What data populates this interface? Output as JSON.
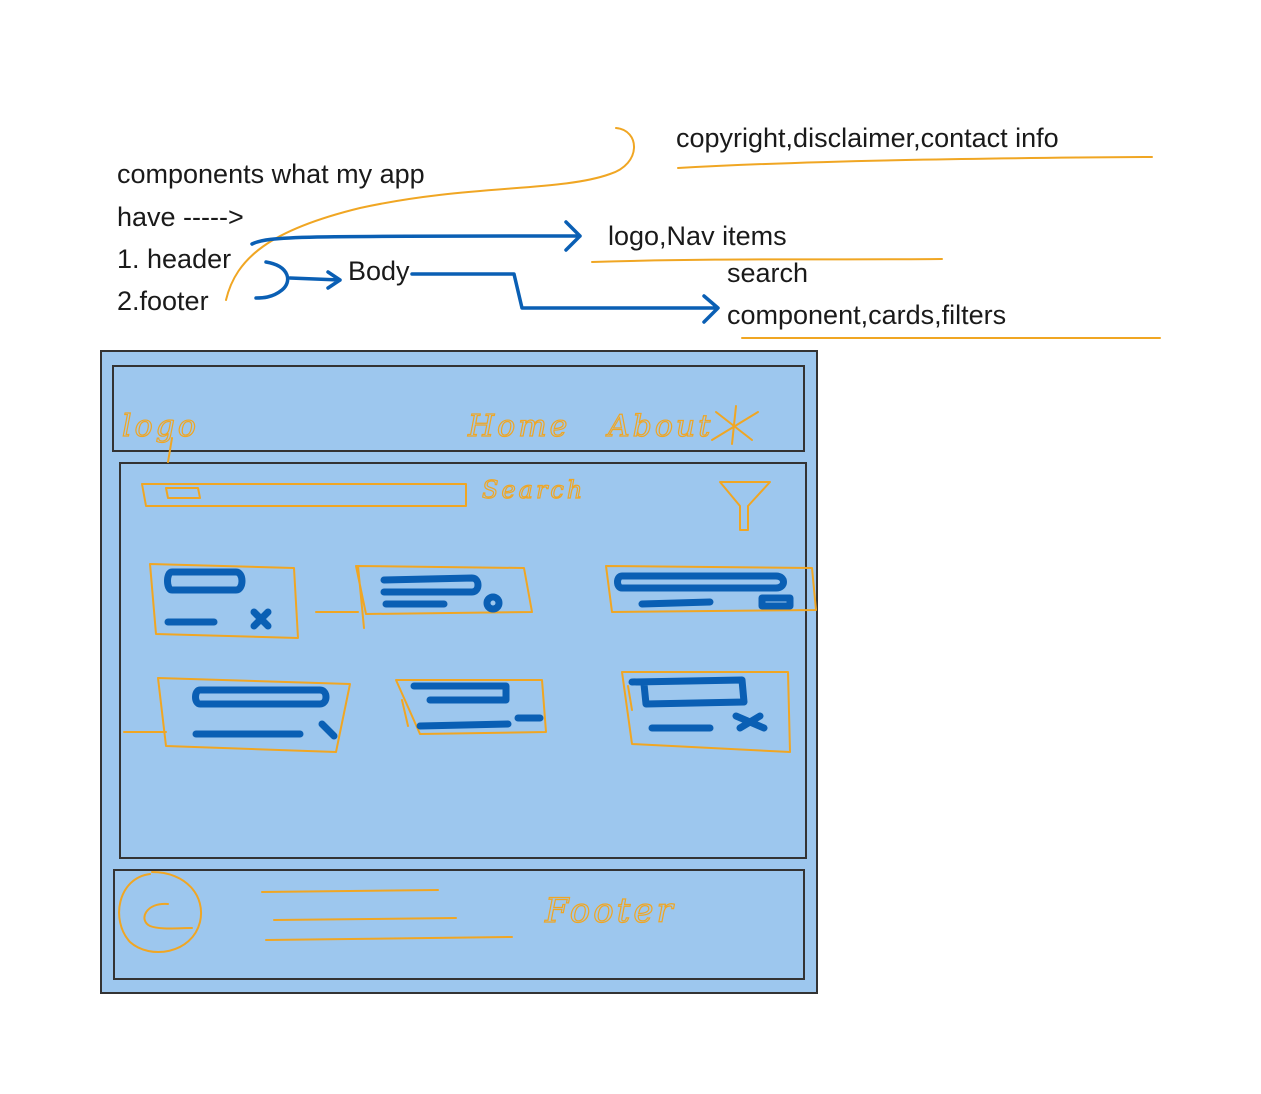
{
  "notes": {
    "intro_line1": "components what my app",
    "intro_line2": "have ----->",
    "item_header": "1. header",
    "item_footer": "2.footer",
    "body_label": "Body",
    "header_desc": "logo,Nav items",
    "footer_desc": "copyright,disclaimer,contact info",
    "body_desc_line1": "search",
    "body_desc_line2": "component,cards,filters"
  },
  "wireframe": {
    "header": {
      "logo": "logo",
      "nav_items": [
        "Home",
        "About"
      ]
    },
    "body": {
      "search_label": "Search"
    },
    "footer": {
      "label": "Footer"
    }
  },
  "colors": {
    "wireframe_fill": "#9dc7ee",
    "wireframe_border": "#333333",
    "sketch_orange": "#f0a623",
    "sketch_blue": "#0a5fb4",
    "text": "#1a1a1a"
  }
}
